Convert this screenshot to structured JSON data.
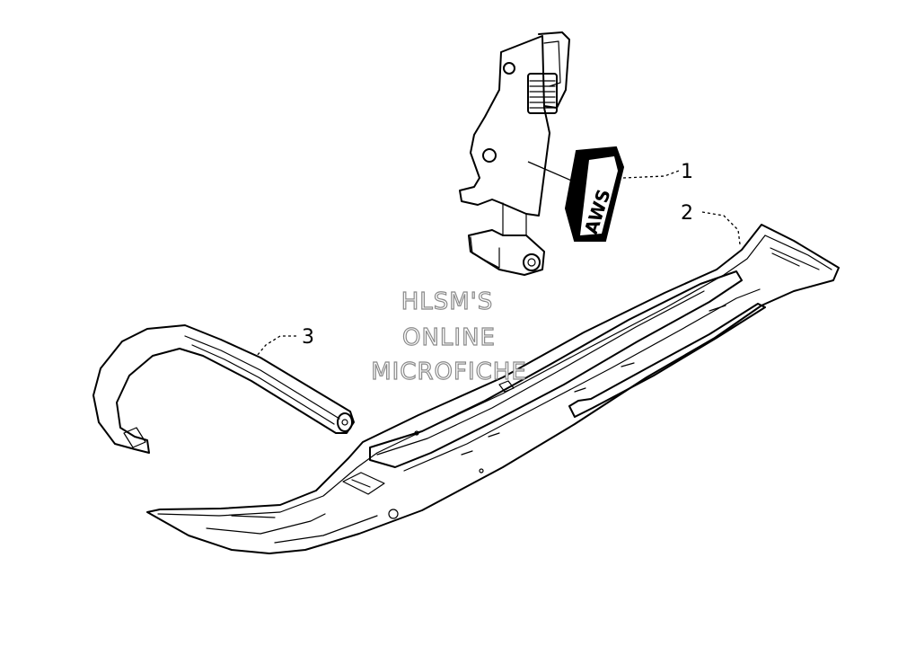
{
  "callouts": {
    "c1": "1",
    "c2": "2",
    "c3": "3"
  },
  "decal": {
    "text": "AWS"
  },
  "watermark": {
    "line1": "HLSM'S",
    "line2": "ONLINE",
    "line3": "MICROFICHE"
  }
}
